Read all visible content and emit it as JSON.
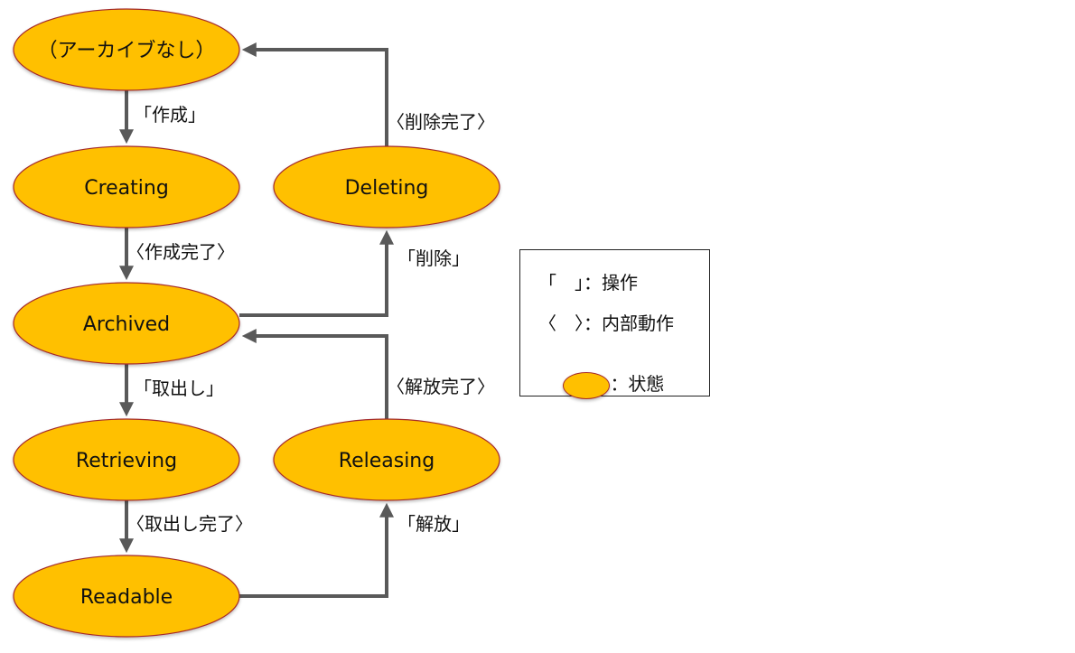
{
  "colors": {
    "state_fill": "#FFC000",
    "state_stroke": "#A52A2A",
    "edge": "#595959",
    "text": "#111111"
  },
  "states": [
    {
      "id": "none",
      "label": "（アーカイブなし）"
    },
    {
      "id": "creating",
      "label": "Creating"
    },
    {
      "id": "archived",
      "label": "Archived"
    },
    {
      "id": "retrieving",
      "label": "Retrieving"
    },
    {
      "id": "readable",
      "label": "Readable"
    },
    {
      "id": "deleting",
      "label": "Deleting"
    },
    {
      "id": "releasing",
      "label": "Releasing"
    }
  ],
  "transitions": [
    {
      "from": "none",
      "to": "creating",
      "label": "「作成」",
      "kind": "operation"
    },
    {
      "from": "creating",
      "to": "archived",
      "label": "〈作成完了〉",
      "kind": "internal"
    },
    {
      "from": "archived",
      "to": "retrieving",
      "label": "「取出し」",
      "kind": "operation"
    },
    {
      "from": "retrieving",
      "to": "readable",
      "label": "〈取出し完了〉",
      "kind": "internal"
    },
    {
      "from": "archived",
      "to": "deleting",
      "label": "「削除」",
      "kind": "operation"
    },
    {
      "from": "deleting",
      "to": "none",
      "label": "〈削除完了〉",
      "kind": "internal"
    },
    {
      "from": "readable",
      "to": "releasing",
      "label": "「解放」",
      "kind": "operation"
    },
    {
      "from": "releasing",
      "to": "archived",
      "label": "〈解放完了〉",
      "kind": "internal"
    }
  ],
  "legend": {
    "operation": "「　」：操作",
    "internal": "〈　〉：内部動作",
    "state": "：状態"
  }
}
